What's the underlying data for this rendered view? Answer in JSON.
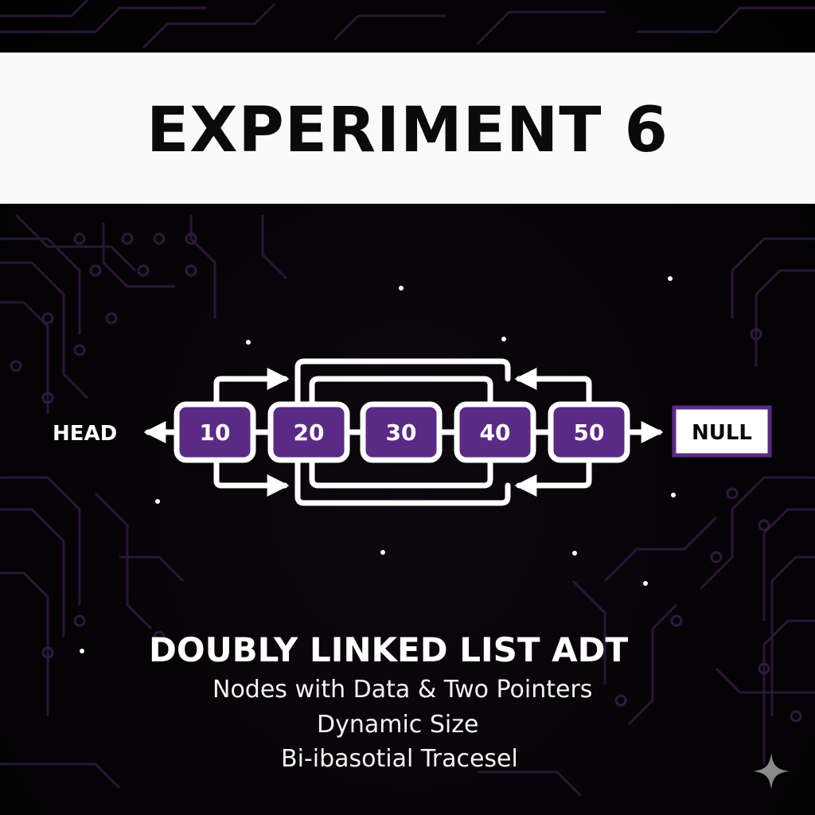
{
  "title": "EXPERIMENT 6",
  "diagram": {
    "head_label": "HEAD",
    "null_label": "NULL",
    "nodes": [
      "10",
      "20",
      "30",
      "40",
      "50"
    ]
  },
  "caption": {
    "subtitle": "DOUBLY LINKED LIST ADT",
    "features": [
      "Nodes with Data & Two Pointers",
      "Dynamic Size",
      "Bi-ibasotial Tracesel"
    ]
  },
  "colors": {
    "background": "#050305",
    "banner": "#fafafa",
    "node_fill": "#5b2a86",
    "node_border": "#ffffff",
    "circuit_trace": "#3a1f4d",
    "null_border": "#5b2a86"
  },
  "icons": {
    "corner": "sparkle-icon"
  }
}
